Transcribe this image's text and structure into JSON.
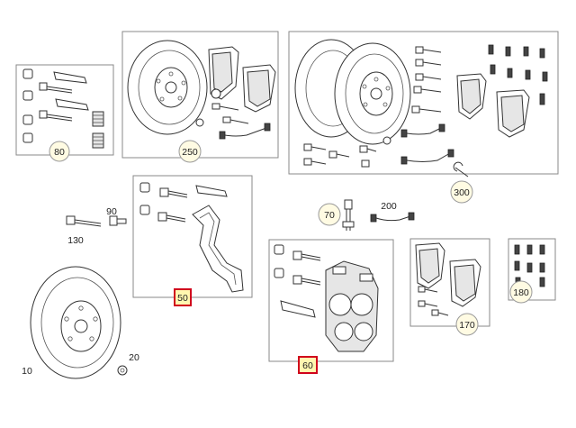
{
  "callouts": {
    "c10": "10",
    "c20": "20",
    "c50": "50",
    "c60": "60",
    "c70": "70",
    "c80": "80",
    "c90": "90",
    "c130": "130",
    "c170": "170",
    "c180": "180",
    "c200": "200",
    "c250": "250",
    "c300": "300"
  },
  "highlighted": [
    "50",
    "60"
  ],
  "colors": {
    "highlight_border": "#d0021b",
    "callout_fill": "#fffbe3",
    "selected_fill": "#fff7b0"
  }
}
